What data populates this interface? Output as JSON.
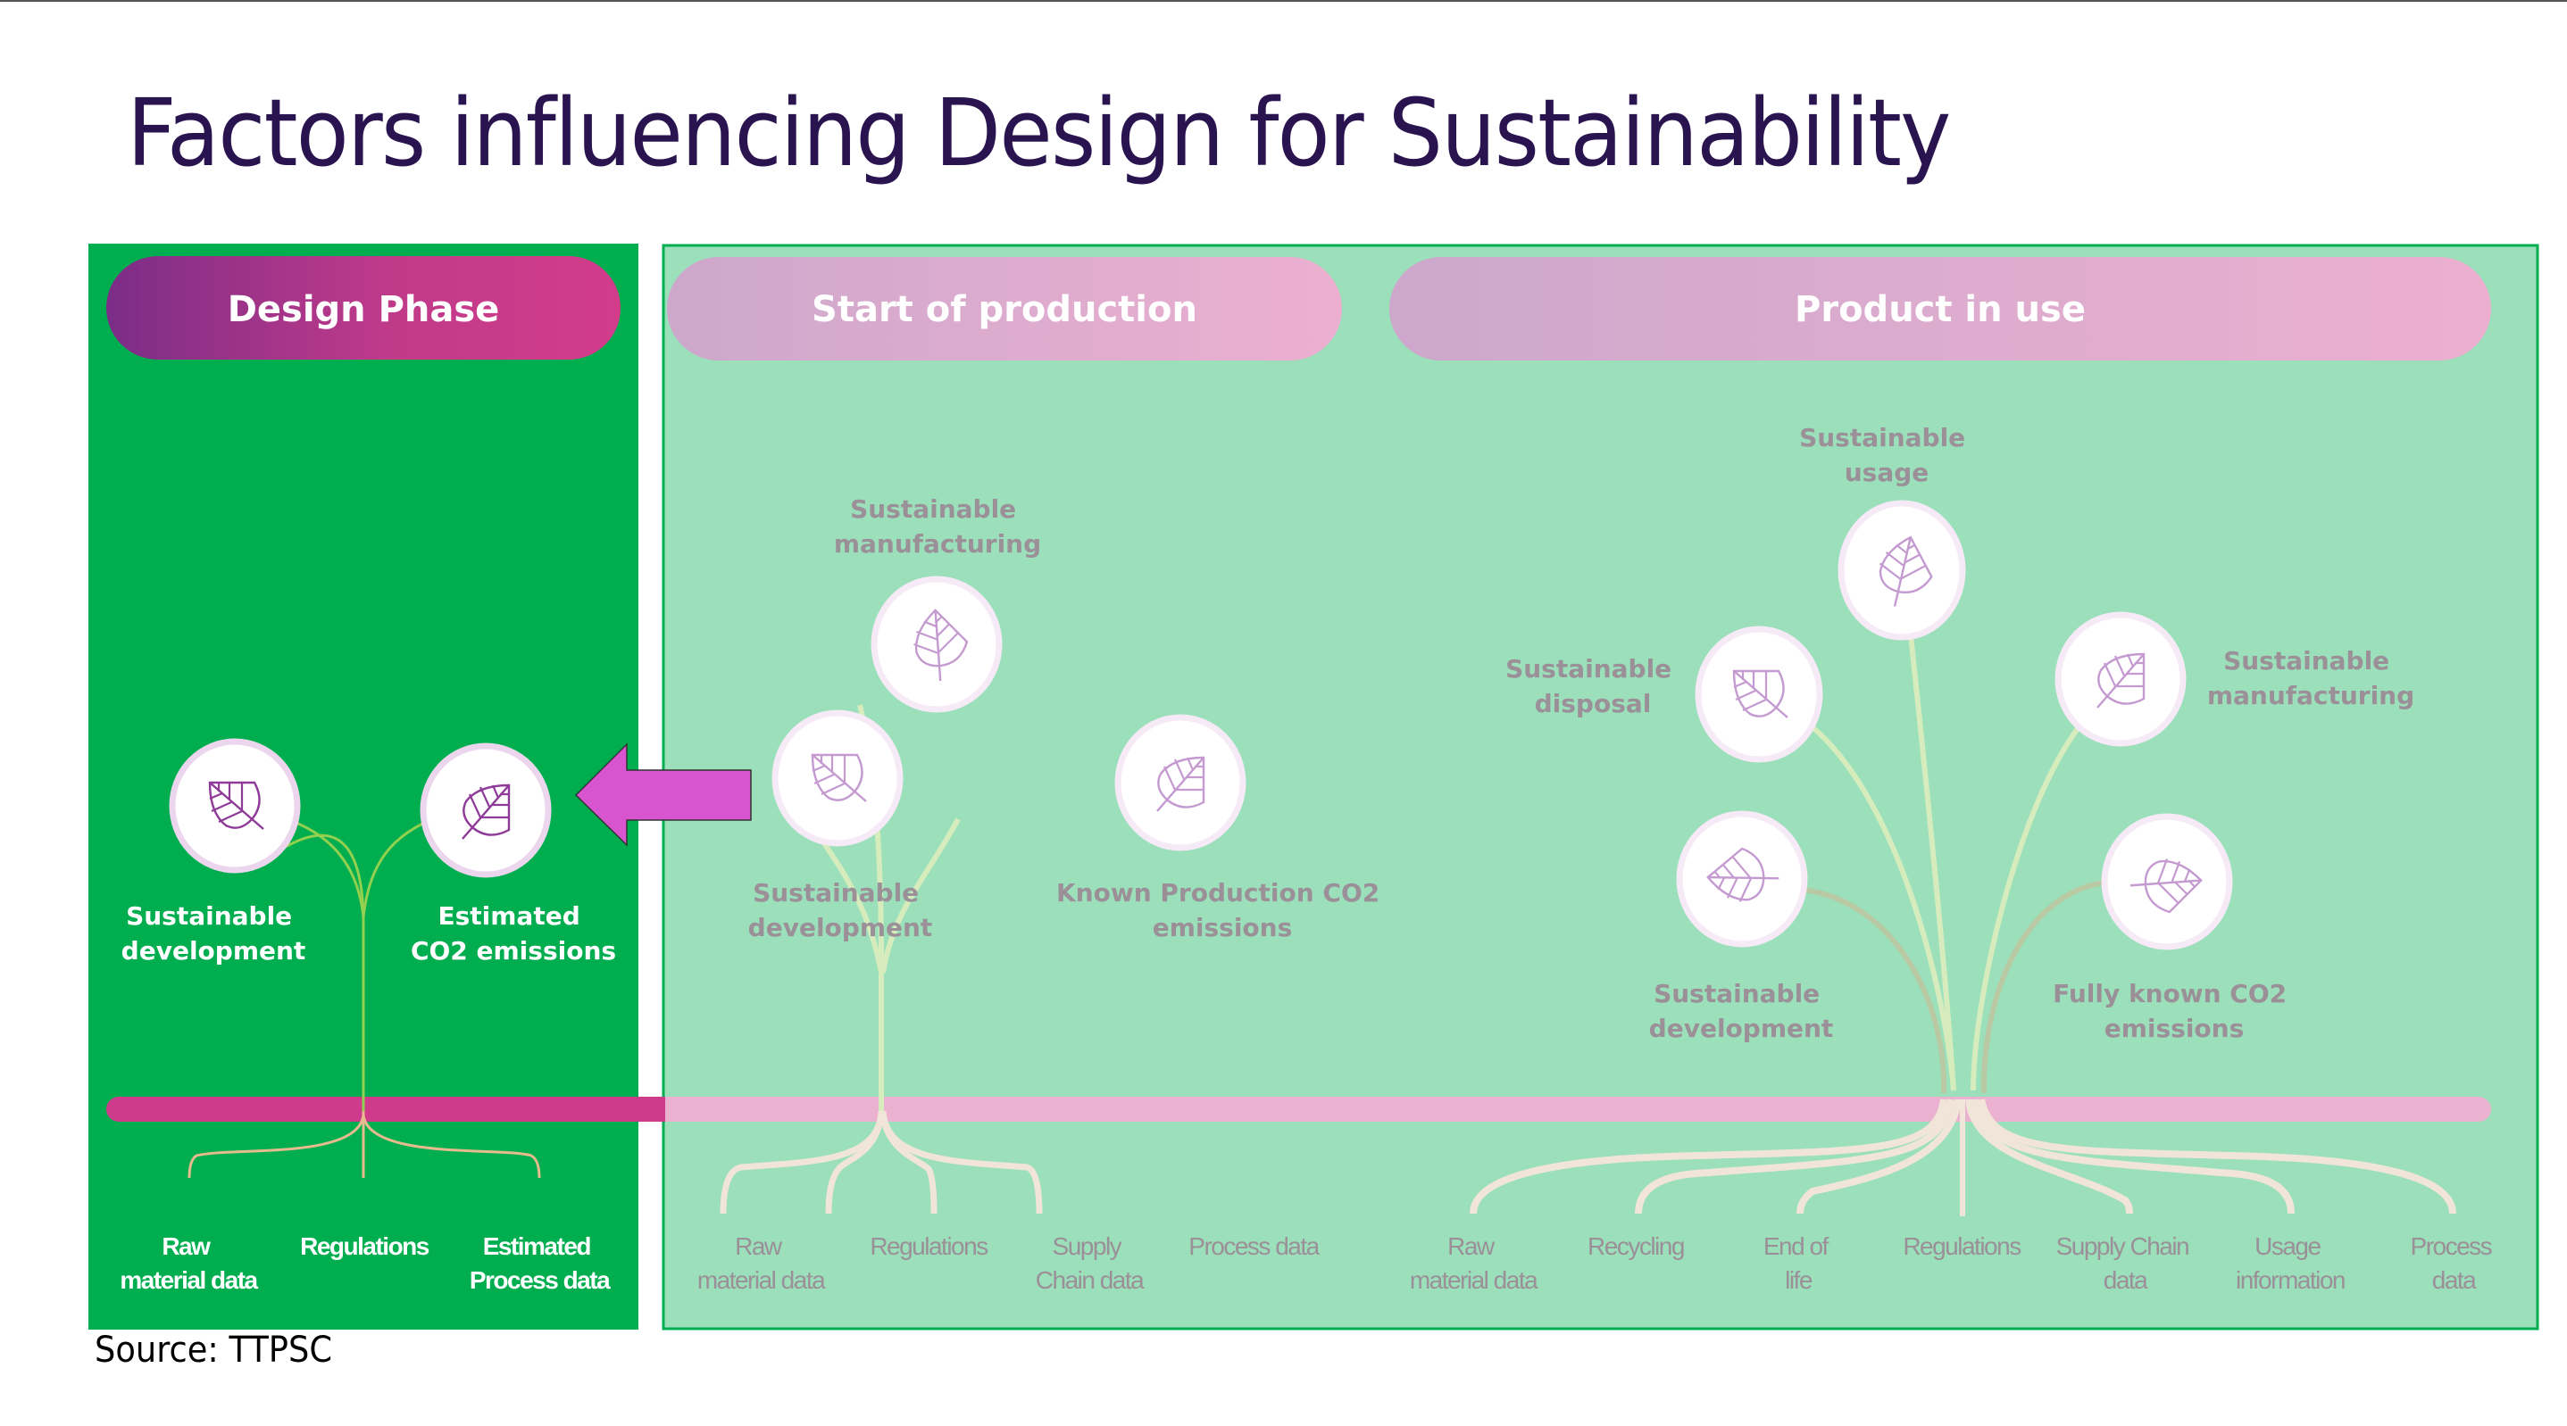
{
  "title": "Factors influencing Design for Sustainability",
  "source": "Source: TTPSC",
  "colors": {
    "title": "#2a1450",
    "design_panel_bg": "#00ae50",
    "later_panel_bg": "#9bdfbb",
    "panel_border": "#00ae50",
    "design_pill_gradient": [
      "#7b2d87",
      "#d23c8b"
    ],
    "faded_pill_gradient": [
      "#cda8cc",
      "#ecafd0"
    ],
    "arrow": "#d955cf",
    "timeline_design": "#cd3b8a",
    "timeline_later": "#ebb1d0",
    "stem_design": "#92d050",
    "root_design": "#e6bb8e",
    "stem_faded": "#d6ecbc",
    "root_faded": "#f1e5d9",
    "leaf_icon": "#8e3a98",
    "leaf_icon_faded": "#c49ad0",
    "faded_text": "#9b9098"
  },
  "phases": [
    {
      "id": "design",
      "label": "Design Phase",
      "active": true,
      "factors": [
        {
          "label": [
            "Sustainable",
            "development"
          ],
          "icon": "leaf-icon"
        },
        {
          "label": [
            "Estimated",
            "CO2 emissions"
          ],
          "icon": "leaf-icon"
        }
      ],
      "data_sources": [
        {
          "label": [
            "Raw",
            "material data"
          ]
        },
        {
          "label": [
            "Regulations"
          ]
        },
        {
          "label": [
            "Estimated",
            "Process data"
          ]
        }
      ]
    },
    {
      "id": "start-of-production",
      "label": "Start of production",
      "active": false,
      "factors": [
        {
          "label": [
            "Sustainable",
            "manufacturing"
          ],
          "icon": "leaf-icon"
        },
        {
          "label": [
            "Sustainable",
            "development"
          ],
          "icon": "leaf-icon"
        },
        {
          "label": [
            "Known Production CO2",
            "emissions"
          ],
          "icon": "leaf-icon"
        }
      ],
      "data_sources": [
        {
          "label": [
            "Raw",
            "material data"
          ]
        },
        {
          "label": [
            "Regulations"
          ]
        },
        {
          "label": [
            "Supply",
            "Chain data"
          ]
        },
        {
          "label": [
            "Process data"
          ]
        }
      ]
    },
    {
      "id": "product-in-use",
      "label": "Product in use",
      "active": false,
      "factors": [
        {
          "label": [
            "Sustainable",
            "usage"
          ],
          "icon": "leaf-icon"
        },
        {
          "label": [
            "Sustainable",
            "disposal"
          ],
          "icon": "leaf-icon"
        },
        {
          "label": [
            "Sustainable",
            "manufacturing"
          ],
          "icon": "leaf-icon"
        },
        {
          "label": [
            "Sustainable",
            "development"
          ],
          "icon": "leaf-icon"
        },
        {
          "label": [
            "Fully known CO2",
            "emissions"
          ],
          "icon": "leaf-icon"
        }
      ],
      "data_sources": [
        {
          "label": [
            "Raw",
            "material data"
          ]
        },
        {
          "label": [
            "Recycling"
          ]
        },
        {
          "label": [
            "End of",
            "life"
          ]
        },
        {
          "label": [
            "Regulations"
          ]
        },
        {
          "label": [
            "Supply Chain",
            "data"
          ]
        },
        {
          "label": [
            "Usage",
            "information"
          ]
        },
        {
          "label": [
            "Process",
            "data"
          ]
        }
      ]
    }
  ],
  "arrow": {
    "direction": "left",
    "from": "start-of-production",
    "to": "design"
  }
}
